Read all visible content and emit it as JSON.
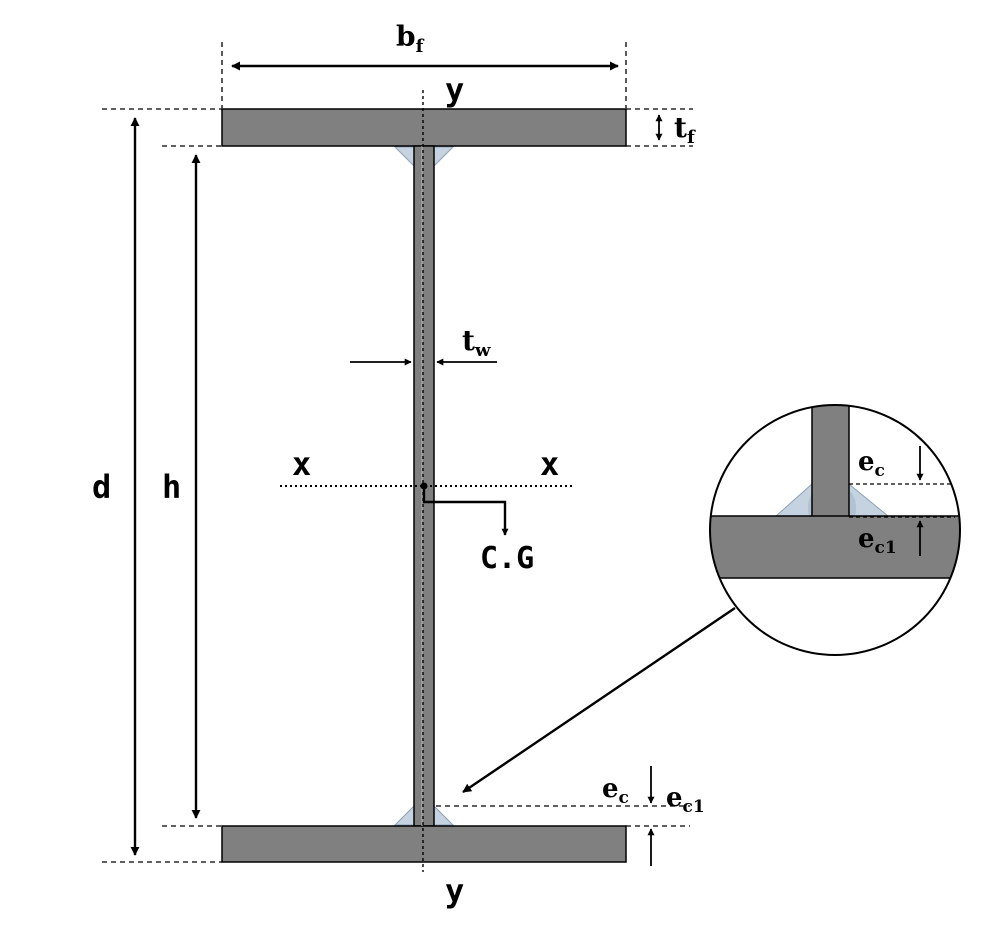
{
  "colors": {
    "steel": "#808080",
    "weld": "#c5d2df",
    "weld_edge": "#8ea2b8",
    "line": "#000000"
  },
  "labels": {
    "b": "b",
    "f": "f",
    "t": "t",
    "w": "w",
    "y_top": "y",
    "y_bottom": "y",
    "x_left": "x",
    "x_right": "x",
    "d": "d",
    "h": "h",
    "cg": "C.G",
    "e": "e",
    "c": "c",
    "c1": "c1"
  }
}
